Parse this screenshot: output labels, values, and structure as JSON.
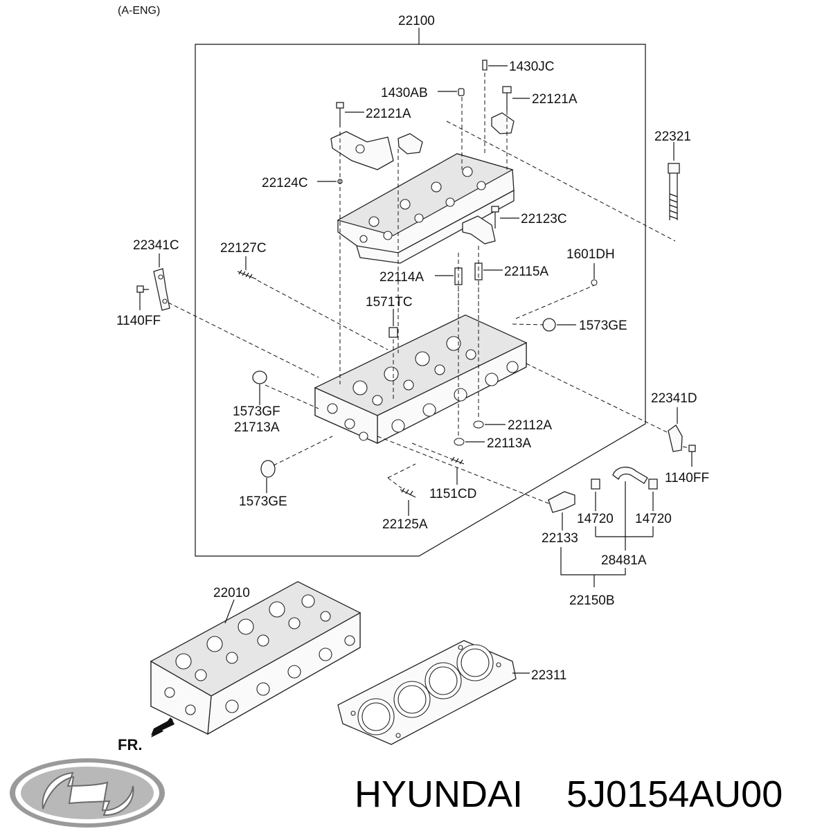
{
  "variant": "(A-ENG)",
  "brand": "HYUNDAI",
  "part_number": "5J0154AU00",
  "front_marker": "FR.",
  "labels": {
    "l22100": "22100",
    "l1430JC": "1430JC",
    "l1430AB": "1430AB",
    "l22121A_right": "22121A",
    "l22121A_left": "22121A",
    "l22321": "22321",
    "l22124C": "22124C",
    "l22123C": "22123C",
    "l22341C": "22341C",
    "l22127C": "22127C",
    "l1601DH": "1601DH",
    "l22114A": "22114A",
    "l22115A": "22115A",
    "l1140FF_left": "1140FF",
    "l1571TC": "1571TC",
    "l1573GE_top": "1573GE",
    "l1573GF": "1573GF",
    "l21713A": "21713A",
    "l22341D": "22341D",
    "l22112A": "22112A",
    "l22113A": "22113A",
    "l1140FF_right": "1140FF",
    "l1573GE_bottom": "1573GE",
    "l1151CD": "1151CD",
    "l14720_left": "14720",
    "l14720_right": "14720",
    "l22125A": "22125A",
    "l22133": "22133",
    "l28481A": "28481A",
    "l22150B": "22150B",
    "l22010": "22010",
    "l22311": "22311"
  }
}
